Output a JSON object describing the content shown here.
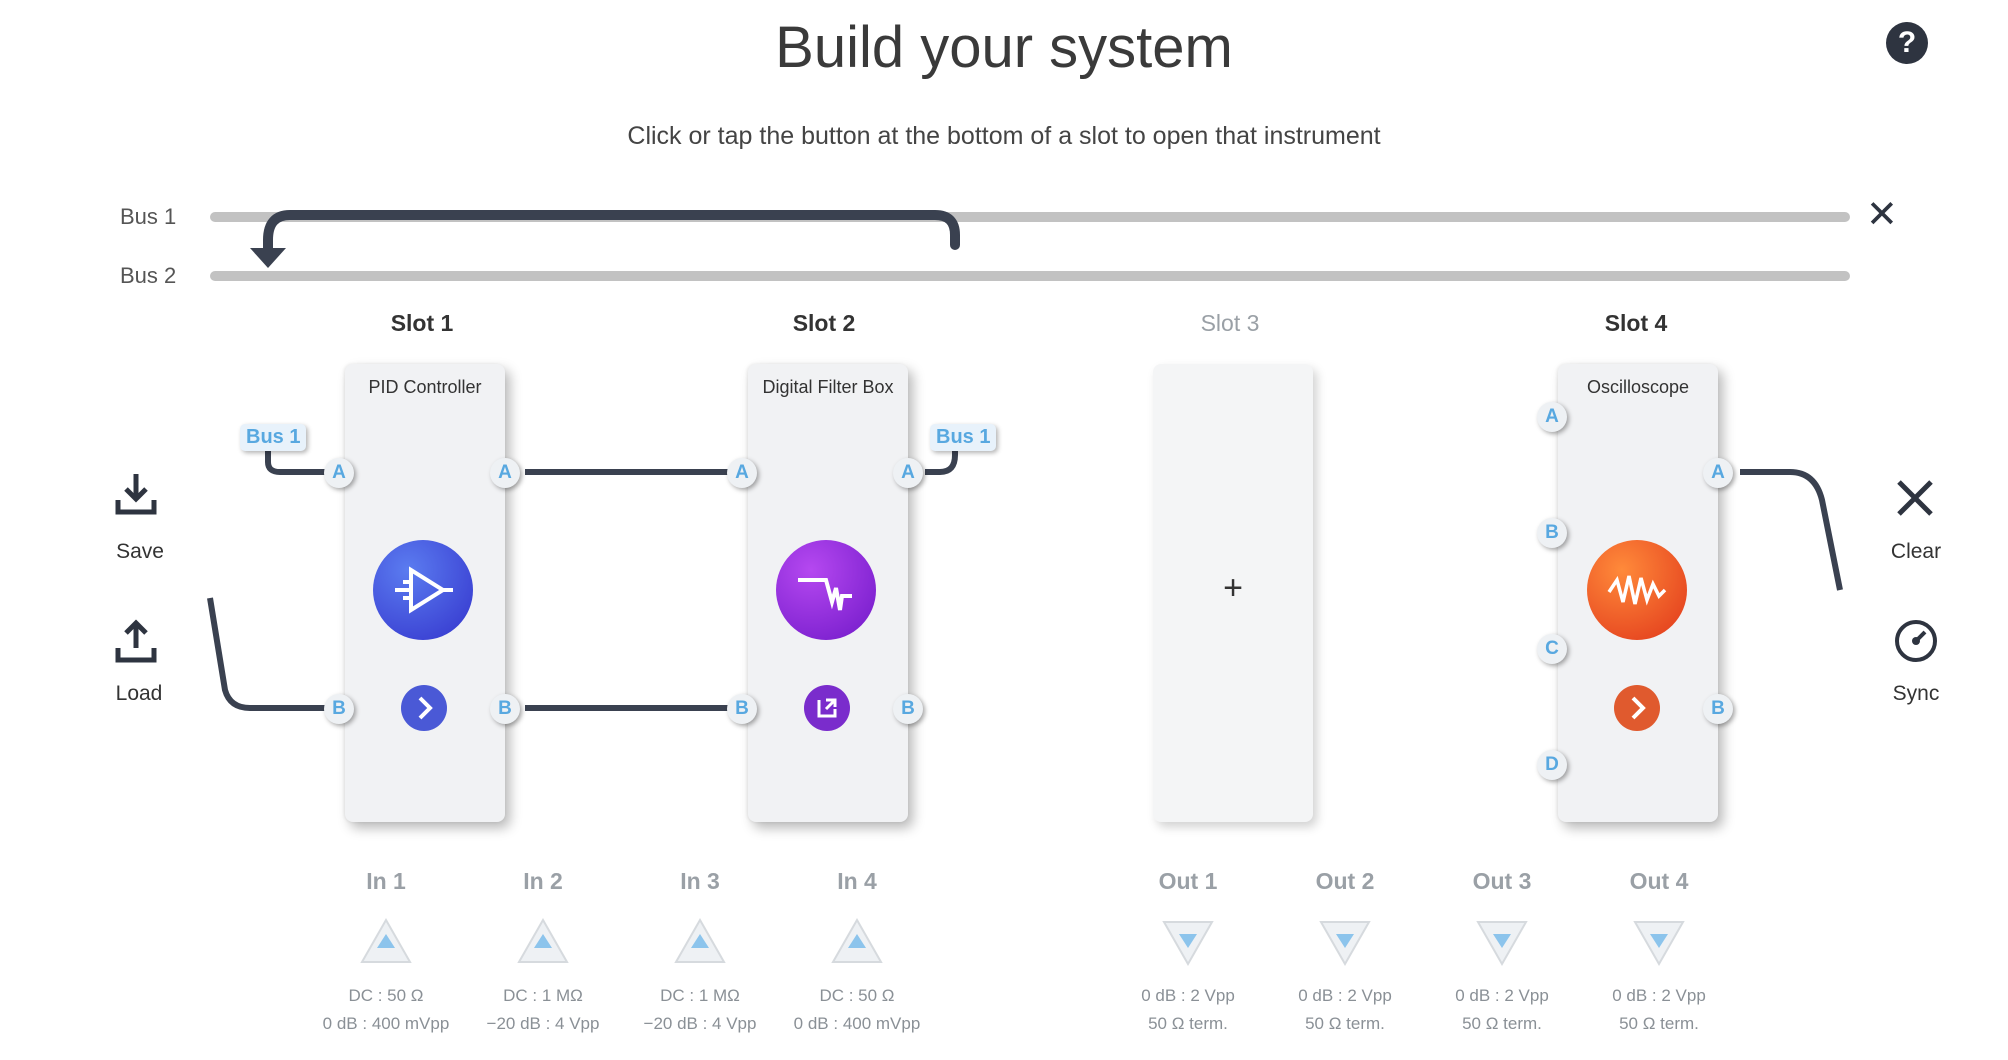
{
  "title": "Build your system",
  "subtitle": "Click or tap the button at the bottom of a slot to open that instrument",
  "help_icon": "?",
  "buses": [
    {
      "label": "Bus 1"
    },
    {
      "label": "Bus 2"
    }
  ],
  "close_icon": "✕",
  "slots": [
    {
      "title": "Slot 1",
      "instrument": "PID Controller",
      "ports_left": [
        "A",
        "B"
      ],
      "ports_right": [
        "A",
        "B"
      ],
      "bus_tag": "Bus 1",
      "accent": "#3b5bdb"
    },
    {
      "title": "Slot 2",
      "instrument": "Digital Filter Box",
      "ports_left": [
        "A",
        "B"
      ],
      "ports_right": [
        "A",
        "B"
      ],
      "bus_tag": "Bus 1",
      "accent": "#8a2ed0"
    },
    {
      "title": "Slot 3",
      "instrument": "",
      "add_label": "+"
    },
    {
      "title": "Slot 4",
      "instrument": "Oscilloscope",
      "ports_left": [
        "A",
        "B",
        "C",
        "D"
      ],
      "ports_right": [
        "A",
        "B"
      ],
      "accent": "#e8521c"
    }
  ],
  "side_left": {
    "save": "Save",
    "load": "Load"
  },
  "side_right": {
    "clear": "Clear",
    "sync": "Sync"
  },
  "inputs": [
    {
      "label": "In 1",
      "line1": "DC : 50 Ω",
      "line2": "0 dB : 400 mVpp"
    },
    {
      "label": "In 2",
      "line1": "DC : 1 MΩ",
      "line2": "−20 dB : 4 Vpp"
    },
    {
      "label": "In 3",
      "line1": "DC : 1 MΩ",
      "line2": "−20 dB : 4 Vpp"
    },
    {
      "label": "In 4",
      "line1": "DC : 50 Ω",
      "line2": "0 dB : 400 mVpp"
    }
  ],
  "outputs": [
    {
      "label": "Out 1",
      "line1": "0 dB : 2 Vpp",
      "line2": "50 Ω term."
    },
    {
      "label": "Out 2",
      "line1": "0 dB : 2 Vpp",
      "line2": "50 Ω term."
    },
    {
      "label": "Out 3",
      "line1": "0 dB : 2 Vpp",
      "line2": "50 Ω term."
    },
    {
      "label": "Out 4",
      "line1": "0 dB : 2 Vpp",
      "line2": "50 Ω term."
    }
  ]
}
